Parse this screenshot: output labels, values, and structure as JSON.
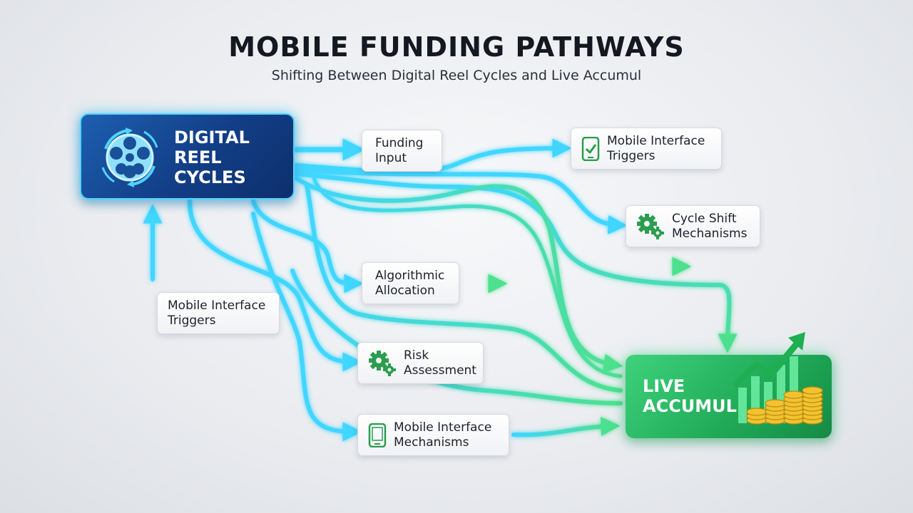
{
  "header": {
    "title": "MOBILE FUNDING PATHWAYS",
    "subtitle": "Shifting Between Digital Reel Cycles and Live Accumul"
  },
  "source": {
    "label": "DIGITAL REEL CYCLES",
    "icon": "film-reel-icon"
  },
  "sink": {
    "label": "LIVE ACCUMUL",
    "icon": "growth-coins-icon"
  },
  "nodes": {
    "funding_input": {
      "label": "Funding Input"
    },
    "mobile_triggers_top": {
      "label": "Mobile Interface Triggers",
      "icon": "smartphone-check-icon"
    },
    "cycle_shift": {
      "label": "Cycle Shift Mechanisms",
      "icon": "gears-icon"
    },
    "algorithmic_allocation": {
      "label": "Algorithmic Allocation"
    },
    "mobile_triggers_left": {
      "label": "Mobile Interface Triggers"
    },
    "risk_assessment": {
      "label": "Risk Assessment",
      "icon": "gears-icon"
    },
    "mobile_mechanisms": {
      "label": "Mobile Interface Mechanisms",
      "icon": "smartphone-icon"
    }
  },
  "colors": {
    "flow_cyan": "#3fd6ff",
    "flow_green": "#4ee08f",
    "source_blue": "#123e86",
    "sink_green": "#1fa957",
    "icon_green": "#2a9d4f"
  }
}
